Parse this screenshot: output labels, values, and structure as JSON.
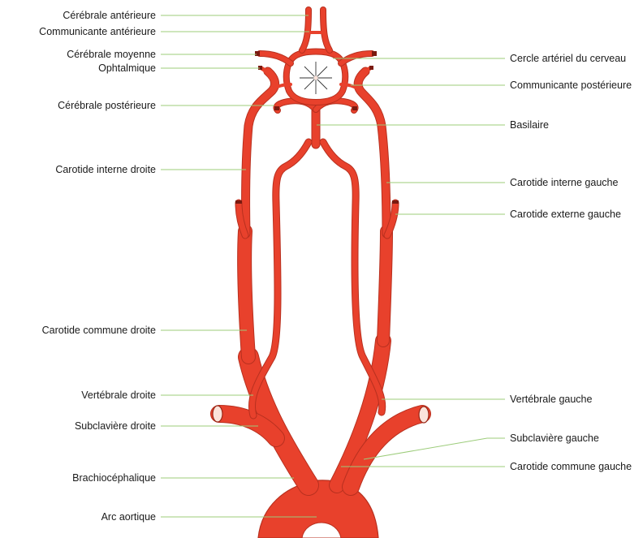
{
  "labels_left": [
    {
      "id": "cerebrale-anterieure",
      "text": "Cérébrale antérieure"
    },
    {
      "id": "communicante-anterieure",
      "text": "Communicante antérieure"
    },
    {
      "id": "cerebrale-moyenne",
      "text": "Cérébrale moyenne"
    },
    {
      "id": "ophtalmique",
      "text": "Ophtalmique"
    },
    {
      "id": "cerebrale-posterieure",
      "text": "Cérébrale postérieure"
    },
    {
      "id": "carotide-interne-droite",
      "text": "Carotide interne droite"
    },
    {
      "id": "carotide-commune-droite",
      "text": "Carotide commune droite"
    },
    {
      "id": "vertebrale-droite",
      "text": "Vertébrale droite"
    },
    {
      "id": "subclaviere-droite",
      "text": "Subclavière droite"
    },
    {
      "id": "brachiocephalique",
      "text": "Brachiocéphalique"
    },
    {
      "id": "arc-aortique",
      "text": "Arc aortique"
    }
  ],
  "labels_right": [
    {
      "id": "cercle-arteriel",
      "text": "Cercle artériel du cerveau"
    },
    {
      "id": "communicante-posterieure",
      "text": "Communicante postérieure"
    },
    {
      "id": "basilaire",
      "text": "Basilaire"
    },
    {
      "id": "carotide-interne-gauche",
      "text": "Carotide interne gauche"
    },
    {
      "id": "carotide-externe-gauche",
      "text": "Carotide externe gauche"
    },
    {
      "id": "vertebrale-gauche",
      "text": "Vertébrale gauche"
    },
    {
      "id": "subclaviere-gauche",
      "text": "Subclavière gauche"
    },
    {
      "id": "carotide-commune-gauche",
      "text": "Carotide commune gauche"
    }
  ],
  "colors": {
    "artery": "#e8412c",
    "artery_edge": "#b8301f",
    "leader": "#9ccc7a",
    "text": "#1a1a1a"
  }
}
